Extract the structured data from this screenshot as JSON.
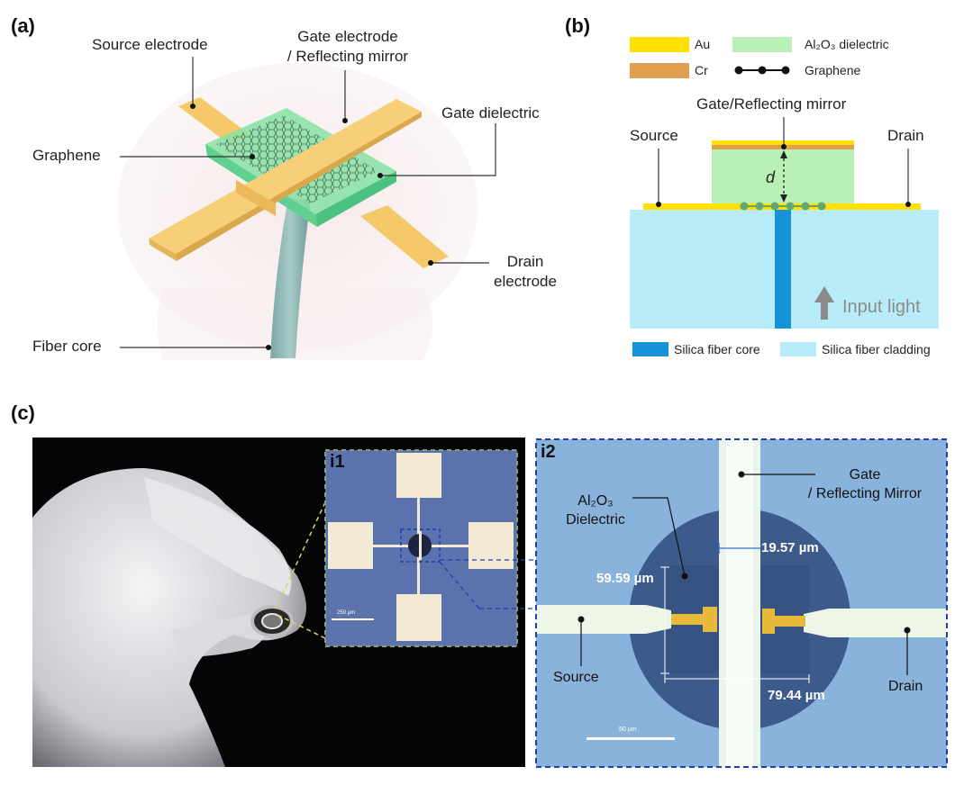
{
  "panels": {
    "a": {
      "letter": "(a)",
      "labels": {
        "source_electrode": "Source electrode",
        "gate_electrode_l1": "Gate electrode",
        "gate_electrode_l2": "/ Reflecting mirror",
        "gate_dielectric": "Gate dielectric",
        "graphene": "Graphene",
        "drain_l1": "Drain",
        "drain_l2": "electrode",
        "fiber_core": "Fiber core"
      }
    },
    "b": {
      "letter": "(b)",
      "legend_top": [
        {
          "label": "Au",
          "color": "#ffe000"
        },
        {
          "label": "Al₂O₃ dielectric",
          "color": "#b9f0b5"
        },
        {
          "label": "Cr",
          "color": "#e0a04f"
        },
        {
          "label": "Graphene",
          "color": "#111111"
        }
      ],
      "labels": {
        "gate": "Gate/Reflecting mirror",
        "source": "Source",
        "drain": "Drain",
        "d": "d",
        "input_light": "Input light"
      },
      "legend_bottom": [
        {
          "label": "Silica fiber core",
          "color": "#1592d8"
        },
        {
          "label": "Silica fiber cladding",
          "color": "#b8ecf8"
        }
      ],
      "colors": {
        "cladding": "#b8ecf8",
        "core": "#1592d8",
        "au": "#ffe000",
        "cr": "#e0a04f",
        "dielectric": "#b9f0b5",
        "graphene_dot": "#5fa872"
      }
    },
    "c": {
      "letter": "(c)",
      "inset1": {
        "tag": "i1",
        "scalebar": "250 µm"
      },
      "inset2": {
        "tag": "i2",
        "labels": {
          "gate_l1": "Gate",
          "gate_l2": "/ Reflecting Mirror",
          "al2o3_l1": "Al₂O₃",
          "al2o3_l2": "Dielectric",
          "source": "Source",
          "drain": "Drain"
        },
        "dimensions": {
          "width_gate": "19.57 µm",
          "height": "59.59 µm",
          "width": "79.44 µm"
        },
        "scalebar": "50 µm"
      }
    }
  }
}
